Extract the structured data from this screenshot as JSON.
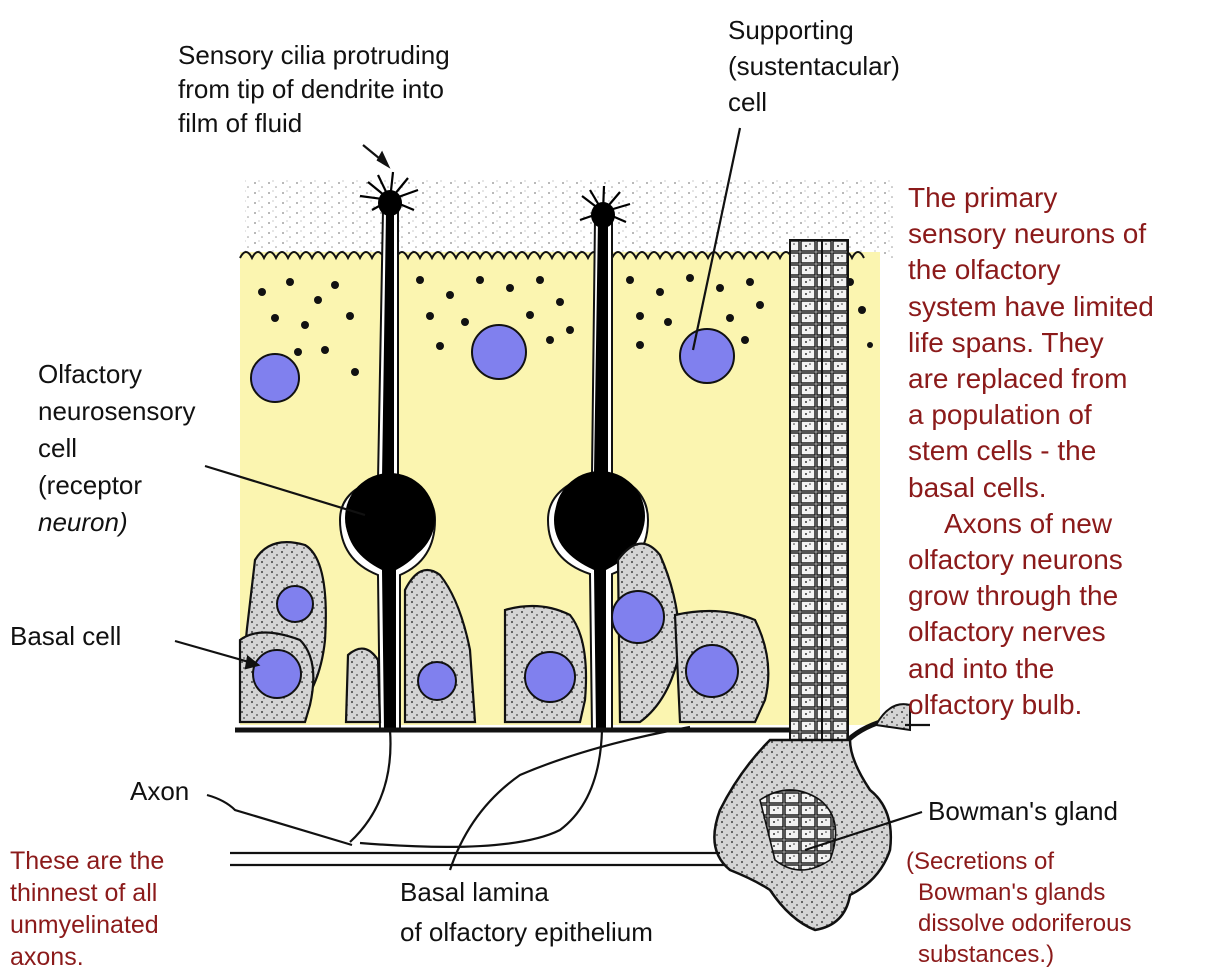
{
  "labels": {
    "cilia": [
      "Sensory cilia protruding",
      "from tip of dendrite into",
      "film of fluid"
    ],
    "supporting": [
      "Supporting",
      "(sustentacular)",
      "cell"
    ],
    "neuron": [
      "Olfactory",
      "neurosensory",
      "cell",
      "(receptor",
      "neuron)"
    ],
    "basal_cell": "Basal cell",
    "axon": "Axon",
    "lamina": [
      "Basal lamina",
      "of olfactory epithelium"
    ],
    "bowman": "Bowman's gland"
  },
  "notes": {
    "neurons_text": [
      "The primary",
      "sensory neurons of",
      "the olfactory",
      "system have limited",
      "life spans. They",
      "are replaced from",
      "a population of",
      "stem cells - the",
      "basal cells.",
      "Axons of new",
      "olfactory neurons",
      "grow through the",
      "olfactory nerves",
      "and into the",
      "olfactory bulb."
    ],
    "axons_text": [
      "These are the",
      "thinnest of all",
      "unmyelinated",
      "axons."
    ],
    "secretions_text": [
      "(Secretions of",
      "Bowman's glands",
      "dissolve odoriferous",
      "substances.)"
    ]
  },
  "colors": {
    "epithelium": "#fbf5b0",
    "nucleus": "#8080ee",
    "neuron": "#000000",
    "note_text": "#8b1a1a",
    "stipple": "#6a6a6a"
  }
}
